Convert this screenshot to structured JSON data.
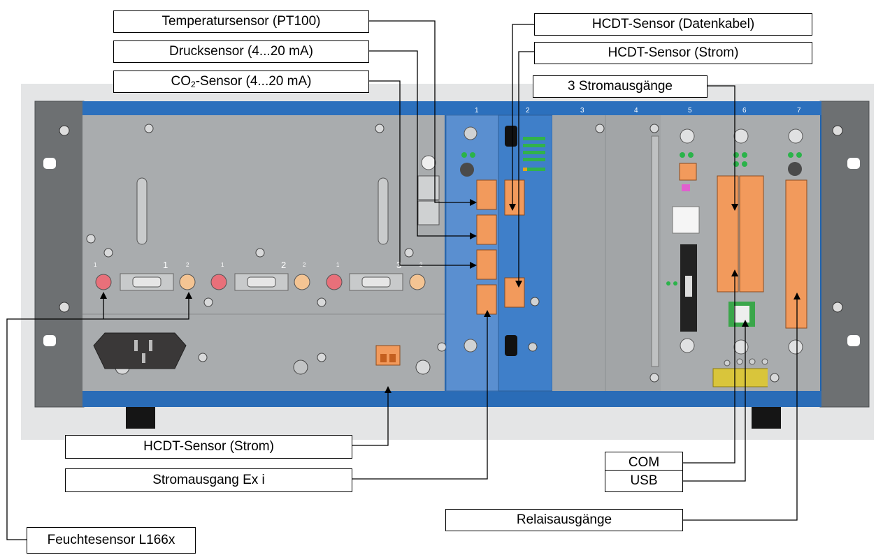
{
  "labels": {
    "temp": "Temperatursensor (PT100)",
    "druck": "Drucksensor (4...20 mA)",
    "co2_pre": "CO",
    "co2_sub": "2",
    "co2_post": "-Sensor (4...20 mA)",
    "hcdt_daten": "HCDT-Sensor (Datenkabel)",
    "hcdt_strom_top": "HCDT-Sensor (Strom)",
    "stromausgaenge": "3 Stromausgänge",
    "hcdt_strom_bottom": "HCDT-Sensor (Strom)",
    "stromausgang_exi": "Stromausgang Ex i",
    "feuchte": "Feuchtesensor L166x",
    "com": "COM",
    "usb": "USB",
    "relais": "Relaisausgänge"
  },
  "slots": [
    "1",
    "2",
    "3",
    "4",
    "5",
    "6",
    "7"
  ],
  "ports": {
    "group_numbers": [
      "1",
      "2",
      "3"
    ],
    "small_numbers": [
      "1",
      "2",
      "1",
      "2",
      "1",
      "2"
    ]
  },
  "colors": {
    "blue": "#1f63b0",
    "panel": "#a9acae",
    "orange": "#f29a5c",
    "rack": "#6d7072"
  }
}
